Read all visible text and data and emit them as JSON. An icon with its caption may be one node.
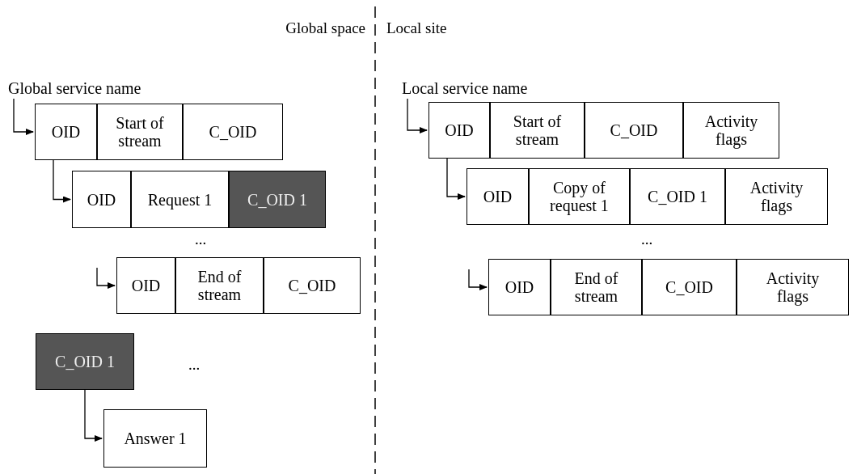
{
  "diagram": {
    "nodes": [
      {
        "text": [
          "Global service name"
        ]
      },
      {
        "text": [
          "OID"
        ]
      },
      {
        "text": [
          "Start of stream"
        ]
      },
      {
        "text": [
          "C_OID"
        ]
      },
      {
        "text": [
          "OID"
        ]
      },
      {
        "text": [
          "Request 1"
        ]
      },
      {
        "text": [
          "C_OID 1"
        ]
      },
      {
        "text": [
          "OID"
        ]
      },
      {
        "text": [
          "End of stream"
        ]
      },
      {
        "text": [
          "C_OID"
        ]
      },
      {
        "text": [
          "C_OID 1"
        ]
      },
      {
        "text": [
          "Answer 1"
        ]
      },
      {
        "text": [
          "Local service name"
        ]
      },
      {
        "text": [
          "OID"
        ]
      },
      {
        "text": [
          "Start of stream"
        ]
      },
      {
        "text": [
          "C_OID"
        ]
      },
      {
        "text": [
          "Activity flags"
        ]
      },
      {
        "text": [
          "OID"
        ]
      },
      {
        "text": [
          "Copy of request 1"
        ]
      },
      {
        "text": [
          "C_OID 1"
        ]
      },
      {
        "text": [
          "Activity flags"
        ]
      },
      {
        "text": [
          "OID"
        ]
      },
      {
        "text": [
          "End of stream"
        ]
      },
      {
        "text": [
          "C_OID"
        ]
      },
      {
        "text": [
          "Activity flags"
        ]
      }
    ],
    "edges": [
      {
        "from": 0,
        "to": 1,
        "arrow": "to"
      },
      {
        "from": 1,
        "to": 4,
        "arrow": "to"
      },
      {
        "from": null,
        "to": 7,
        "arrow": "to"
      },
      {
        "from": 10,
        "to": 11,
        "arrow": "to"
      },
      {
        "from": 12,
        "to": 13,
        "arrow": "to"
      },
      {
        "from": 13,
        "to": 17,
        "arrow": "to"
      },
      {
        "from": null,
        "to": 21,
        "arrow": "to"
      }
    ],
    "labels": [
      "Global space",
      "Local site",
      "...",
      "...",
      "..."
    ]
  }
}
